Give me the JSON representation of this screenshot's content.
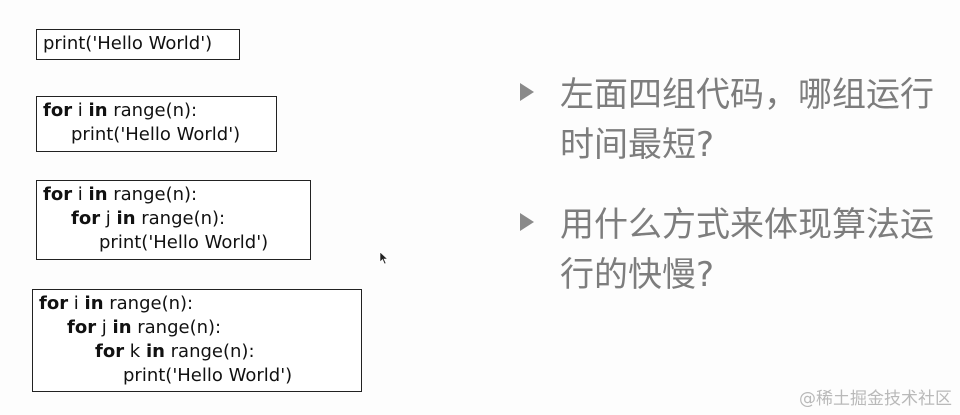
{
  "code_blocks": [
    {
      "lines": [
        {
          "kw1": "",
          "mid": "print('Hello World')",
          "kw2": "",
          "tail": ""
        }
      ]
    },
    {
      "lines": [
        {
          "kw1": "for",
          "mid": " i ",
          "kw2": "in",
          "tail": " range(n):"
        },
        {
          "kw1": "",
          "mid": "print('Hello World')",
          "kw2": "",
          "tail": ""
        }
      ]
    },
    {
      "lines": [
        {
          "kw1": "for",
          "mid": " i ",
          "kw2": "in",
          "tail": " range(n):"
        },
        {
          "kw1": "for",
          "mid": " j ",
          "kw2": "in",
          "tail": " range(n):"
        },
        {
          "kw1": "",
          "mid": "print('Hello World')",
          "kw2": "",
          "tail": ""
        }
      ]
    },
    {
      "lines": [
        {
          "kw1": "for",
          "mid": " i ",
          "kw2": "in",
          "tail": " range(n):"
        },
        {
          "kw1": "for",
          "mid": " j ",
          "kw2": "in",
          "tail": " range(n):"
        },
        {
          "kw1": "for",
          "mid": " k ",
          "kw2": "in",
          "tail": " range(n):"
        },
        {
          "kw1": "",
          "mid": "print('Hello World')",
          "kw2": "",
          "tail": ""
        }
      ]
    }
  ],
  "bullets": [
    "左面四组代码，哪组运行时间最短?",
    "用什么方式来体现算法运行的快慢?"
  ],
  "watermark": "@稀土掘金技术社区",
  "colors": {
    "bullet_text": "#7d7d7d",
    "bullet_marker": "#8a8a8a",
    "code_border": "#222222",
    "watermark": "#b9b9b9"
  },
  "icons": {
    "bullet": "triangle-right-icon",
    "cursor": "mouse-pointer-icon"
  }
}
